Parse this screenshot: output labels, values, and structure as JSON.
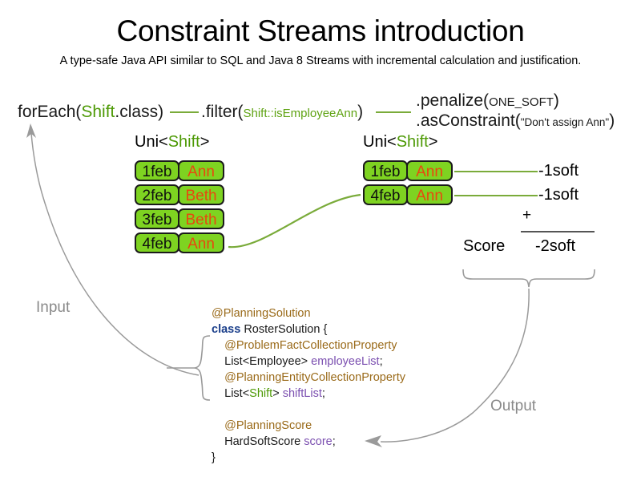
{
  "header": {
    "title": "Constraint Streams introduction",
    "subtitle": "A type-safe Java API similar to SQL and Java 8 Streams with incremental calculation and justification."
  },
  "pipeline": {
    "for_each": {
      "call": "forEach(",
      "type": "Shift",
      "tail": ".class)"
    },
    "filter": {
      "call": ".filter(",
      "method_ref": "Shift::isEmployeeAnn",
      "tail": ")"
    },
    "penalize": {
      "call": ".penalize(",
      "arg": "ONE_SOFT",
      "tail": ")"
    },
    "as_constraint": {
      "call": ".asConstraint(",
      "arg": "\"Don't assign Ann\"",
      "tail": ")"
    }
  },
  "streams": {
    "left": {
      "label_prefix": "Uni<",
      "label_type": "Shift",
      "label_suffix": ">",
      "rows": [
        {
          "date": "1feb",
          "employee": "Ann"
        },
        {
          "date": "2feb",
          "employee": "Beth"
        },
        {
          "date": "3feb",
          "employee": "Beth"
        },
        {
          "date": "4feb",
          "employee": "Ann"
        }
      ]
    },
    "right": {
      "label_prefix": "Uni<",
      "label_type": "Shift",
      "label_suffix": ">",
      "rows": [
        {
          "date": "1feb",
          "employee": "Ann"
        },
        {
          "date": "4feb",
          "employee": "Ann"
        }
      ]
    }
  },
  "score": {
    "penalties": [
      "-1soft",
      "-1soft"
    ],
    "operator": "+",
    "label": "Score",
    "total": "-2soft"
  },
  "code": {
    "lines": [
      {
        "indent": 0,
        "parts": [
          {
            "text": "@PlanningSolution",
            "style": "anno"
          }
        ]
      },
      {
        "indent": 0,
        "parts": [
          {
            "text": "class",
            "style": "kw"
          },
          {
            "text": " RosterSolution {",
            "style": "plain"
          }
        ]
      },
      {
        "indent": 1,
        "parts": [
          {
            "text": "@ProblemFactCollectionProperty",
            "style": "anno"
          }
        ]
      },
      {
        "indent": 1,
        "parts": [
          {
            "text": "List<Employee> ",
            "style": "plain"
          },
          {
            "text": "employeeList",
            "style": "field"
          },
          {
            "text": ";",
            "style": "plain"
          }
        ]
      },
      {
        "indent": 1,
        "parts": [
          {
            "text": "@PlanningEntityCollectionProperty",
            "style": "anno"
          }
        ]
      },
      {
        "indent": 1,
        "parts": [
          {
            "text": "List<",
            "style": "plain"
          },
          {
            "text": "Shift",
            "style": "typ-green"
          },
          {
            "text": "> ",
            "style": "plain"
          },
          {
            "text": "shiftList",
            "style": "field"
          },
          {
            "text": ";",
            "style": "plain"
          }
        ]
      },
      {
        "indent": 0,
        "parts": []
      },
      {
        "indent": 1,
        "parts": [
          {
            "text": "@PlanningScore",
            "style": "anno"
          }
        ]
      },
      {
        "indent": 1,
        "parts": [
          {
            "text": "HardSoftScore ",
            "style": "plain"
          },
          {
            "text": "score",
            "style": "field"
          },
          {
            "text": ";",
            "style": "plain"
          }
        ]
      },
      {
        "indent": 0,
        "parts": [
          {
            "text": "}",
            "style": "plain"
          }
        ]
      }
    ]
  },
  "flow": {
    "input_label": "Input",
    "output_label": "Output"
  },
  "colors": {
    "tile_fill": "#7ed321",
    "tile_border": "#1b1b1b",
    "employee_text": "#e8480f",
    "stream_line": "#7aab3a",
    "type_green": "#4e9a06",
    "annotation": "#9a6a19",
    "keyword": "#1b3f8b",
    "field": "#7b4fb0",
    "flow_arrow": "#9a9a9a"
  }
}
